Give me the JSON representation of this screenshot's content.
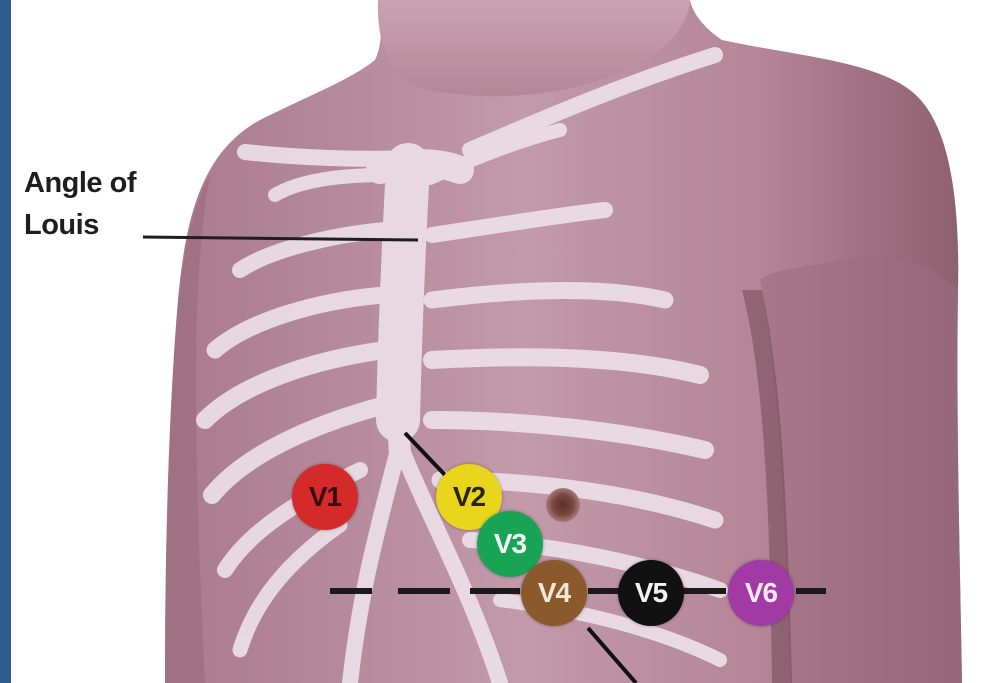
{
  "annotation": {
    "line1": "Angle of",
    "line2": "Louis"
  },
  "electrodes": [
    {
      "id": "v1",
      "label": "V1",
      "color": "#d42a2a",
      "text_color": "#3a0d0d"
    },
    {
      "id": "v2",
      "label": "V2",
      "color": "#e8d51c",
      "text_color": "#2a2606"
    },
    {
      "id": "v3",
      "label": "V3",
      "color": "#19a455",
      "text_color": "#f4fff6"
    },
    {
      "id": "v4",
      "label": "V4",
      "color": "#8a5a2c",
      "text_color": "#f2e6d6"
    },
    {
      "id": "v5",
      "label": "V5",
      "color": "#111111",
      "text_color": "#f2f2f2"
    },
    {
      "id": "v6",
      "label": "V6",
      "color": "#a23aa6",
      "text_color": "#f8e8fa"
    }
  ],
  "colors": {
    "skin": "#b8889a",
    "bone": "#e9dbe4",
    "frame": "#2d5d8f"
  }
}
